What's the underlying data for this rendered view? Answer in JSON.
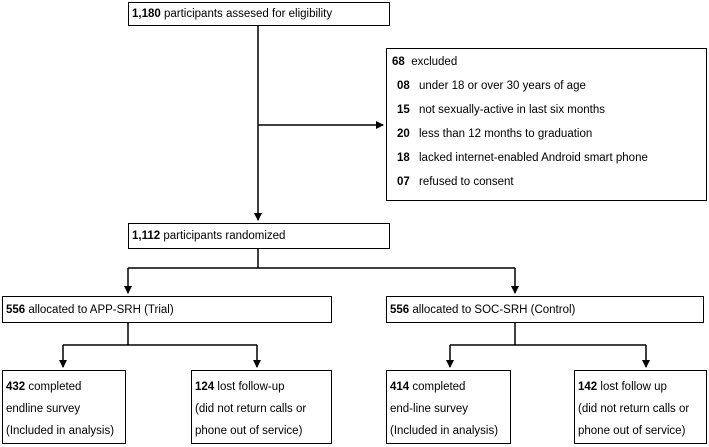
{
  "assessed": {
    "count": "1,180",
    "label": "participants assesed for eligibility"
  },
  "excluded": {
    "count": "68",
    "label": "excluded",
    "reasons": [
      {
        "count": "08",
        "label": "under 18 or over 30 years of age"
      },
      {
        "count": "15",
        "label": "not sexually-active in last six months"
      },
      {
        "count": "20",
        "label": "less than 12 months to graduation"
      },
      {
        "count": "18",
        "label": "lacked internet-enabled Android smart phone"
      },
      {
        "count": "07",
        "label": "refused to consent"
      }
    ]
  },
  "randomized": {
    "count": "1,112",
    "label": "participants randomized"
  },
  "trial": {
    "count": "556",
    "label": "allocated to APP-SRH (Trial)",
    "completed": {
      "count": "432",
      "line1": "completed",
      "line2": "endline survey",
      "line3": "(Included in analysis)"
    },
    "lost": {
      "count": "124",
      "line1": "lost follow-up",
      "line2": "(did not return calls or",
      "line3": "phone out of service)"
    }
  },
  "control": {
    "count": "556",
    "label": "allocated to SOC-SRH (Control)",
    "completed": {
      "count": "414",
      "line1": "completed",
      "line2": "end-line survey",
      "line3": "(Included in analysis)"
    },
    "lost": {
      "count": "142",
      "line1": "lost follow up",
      "line2": "(did not return calls or",
      "line3": "phone out of service)"
    }
  }
}
